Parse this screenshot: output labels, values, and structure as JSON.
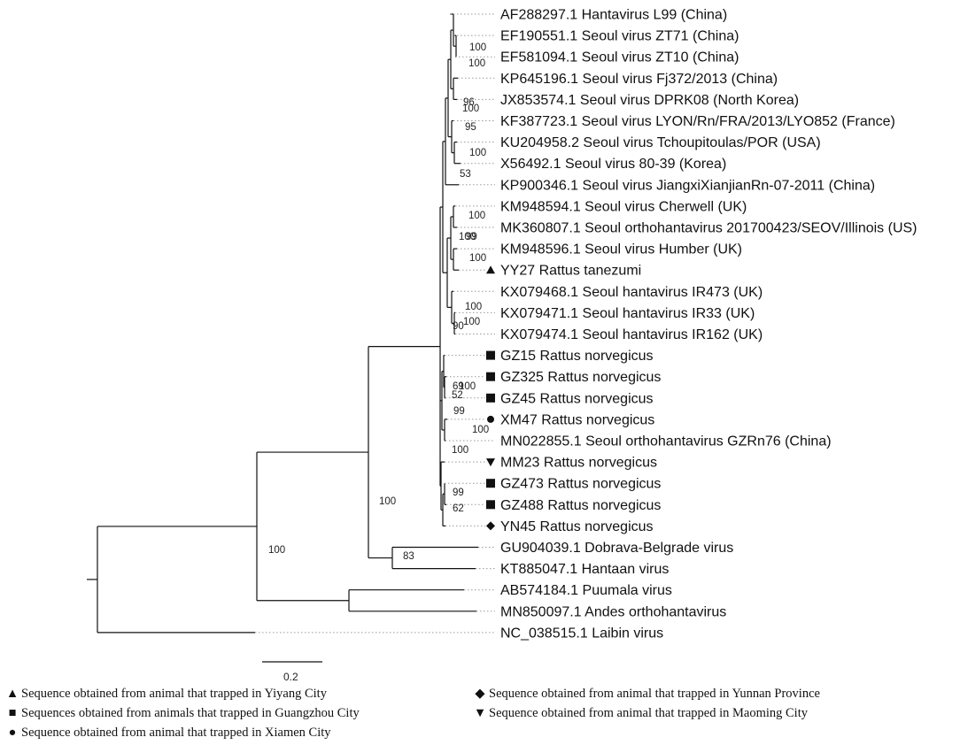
{
  "scale": {
    "label": "0.2"
  },
  "taxa": [
    {
      "label": "AF288297.1 Hantavirus L99 (China)",
      "marker": ""
    },
    {
      "label": "EF190551.1 Seoul virus ZT71 (China)",
      "marker": ""
    },
    {
      "label": "EF581094.1 Seoul virus ZT10 (China)",
      "marker": ""
    },
    {
      "label": "KP645196.1 Seoul virus Fj372/2013 (China)",
      "marker": ""
    },
    {
      "label": "JX853574.1 Seoul virus DPRK08 (North Korea)",
      "marker": ""
    },
    {
      "label": "KF387723.1 Seoul virus LYON/Rn/FRA/2013/LYO852 (France)",
      "marker": ""
    },
    {
      "label": "KU204958.2 Seoul virus Tchoupitoulas/POR (USA)",
      "marker": ""
    },
    {
      "label": "X56492.1 Seoul virus 80-39 (Korea)",
      "marker": ""
    },
    {
      "label": "KP900346.1 Seoul virus JiangxiXianjianRn-07-2011 (China)",
      "marker": ""
    },
    {
      "label": "KM948594.1 Seoul virus Cherwell (UK)",
      "marker": ""
    },
    {
      "label": "MK360807.1 Seoul orthohantavirus 201700423/SEOV/Illinois (US)",
      "marker": ""
    },
    {
      "label": "KM948596.1 Seoul virus Humber (UK)",
      "marker": ""
    },
    {
      "label": "YY27 Rattus tanezumi",
      "marker": "▲"
    },
    {
      "label": "KX079468.1 Seoul hantavirus IR473 (UK)",
      "marker": ""
    },
    {
      "label": "KX079471.1 Seoul hantavirus IR33 (UK)",
      "marker": ""
    },
    {
      "label": "KX079474.1 Seoul hantavirus IR162 (UK)",
      "marker": ""
    },
    {
      "label": "GZ15 Rattus norvegicus",
      "marker": "■"
    },
    {
      "label": "GZ325 Rattus norvegicus",
      "marker": "■"
    },
    {
      "label": "GZ45 Rattus norvegicus",
      "marker": "■"
    },
    {
      "label": "XM47 Rattus norvegicus",
      "marker": "●"
    },
    {
      "label": "MN022855.1 Seoul orthohantavirus GZRn76 (China)",
      "marker": ""
    },
    {
      "label": "MM23 Rattus norvegicus",
      "marker": "▼"
    },
    {
      "label": "GZ473 Rattus norvegicus",
      "marker": "■"
    },
    {
      "label": "GZ488 Rattus norvegicus",
      "marker": "■"
    },
    {
      "label": "YN45 Rattus norvegicus",
      "marker": "◆"
    },
    {
      "label": "GU904039.1 Dobrava-Belgrade virus",
      "marker": ""
    },
    {
      "label": "KT885047.1 Hantaan virus",
      "marker": ""
    },
    {
      "label": "AB574184.1 Puumala virus",
      "marker": ""
    },
    {
      "label": "MN850097.1 Andes orthohantavirus",
      "marker": ""
    },
    {
      "label": "NC_038515.1 Laibin virus",
      "marker": ""
    }
  ],
  "bootstrap": [
    "100",
    "100",
    "96",
    "100",
    "95",
    "100",
    "53",
    "100",
    "100",
    "99",
    "100",
    "100",
    "100",
    "90",
    "52",
    "69",
    "100",
    "99",
    "100",
    "99",
    "62",
    "100",
    "100",
    "83",
    "100"
  ],
  "legend": [
    {
      "symbol": "▲",
      "text": "Sequence obtained from animal that trapped in Yiyang City"
    },
    {
      "symbol": "■",
      "text": "Sequences obtained from animals that trapped in Guangzhou City"
    },
    {
      "symbol": "●",
      "text": "Sequence obtained from animal that trapped in Xiamen City"
    },
    {
      "symbol": "◆",
      "text": "Sequence obtained from animal that trapped in Yunnan Province"
    },
    {
      "symbol": "▼",
      "text": "Sequence obtained from animal that trapped in Maoming City"
    }
  ]
}
